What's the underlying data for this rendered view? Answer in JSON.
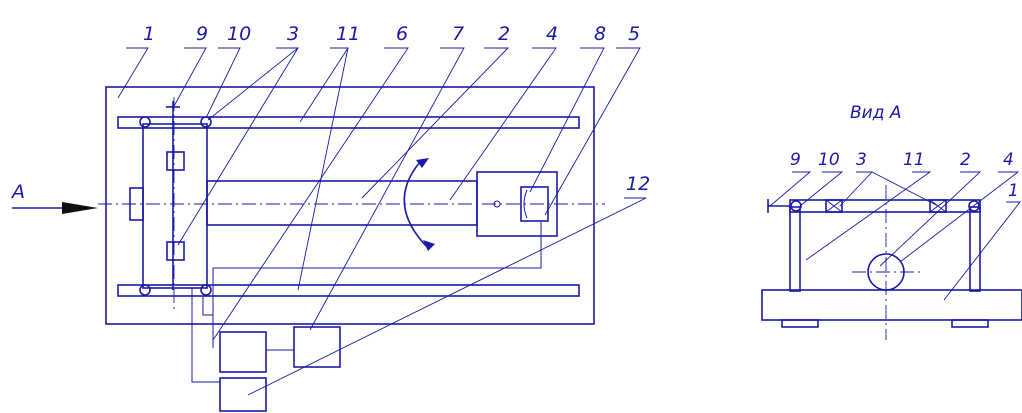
{
  "main_view": {
    "view_label": "A",
    "callouts": [
      "1",
      "9",
      "10",
      "3",
      "11",
      "6",
      "7",
      "2",
      "4",
      "8",
      "5",
      "12"
    ]
  },
  "side_view": {
    "title": "Вид А",
    "callouts": [
      "9",
      "10",
      "3",
      "11",
      "2",
      "4",
      "1"
    ]
  }
}
